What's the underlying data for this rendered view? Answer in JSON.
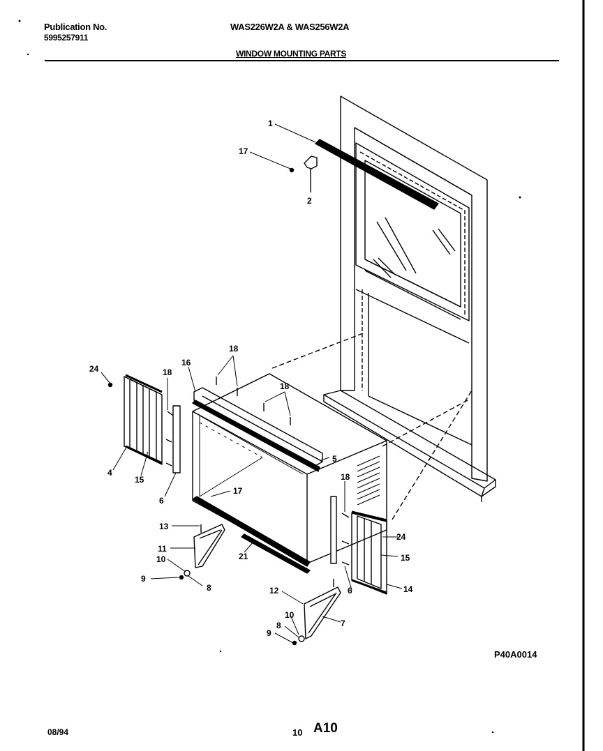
{
  "header": {
    "publication_label": "Publication No.",
    "publication_number": "5995257911",
    "models": "WAS226W2A & WAS256W2A",
    "section_title": "WINDOW MOUNTING PARTS"
  },
  "footer": {
    "date": "08/94",
    "page": "10",
    "code": "A10",
    "diagram_ref": "P40A0014"
  },
  "callouts": {
    "c1": "1",
    "c17a": "17",
    "c2": "2",
    "c24a": "24",
    "c18a": "18",
    "c16": "16",
    "c18b": "18",
    "c18c": "18",
    "c4": "4",
    "c15a": "15",
    "c6a": "6",
    "c5": "5",
    "c17b": "17",
    "c18d": "18",
    "c13": "13",
    "c11": "11",
    "c10a": "10",
    "c9a": "9",
    "c8a": "8",
    "c21": "21",
    "c24b": "24",
    "c15b": "15",
    "c14": "14",
    "c6b": "6",
    "c12": "12",
    "c10b": "10",
    "c8b": "8",
    "c9b": "9",
    "c7": "7"
  }
}
